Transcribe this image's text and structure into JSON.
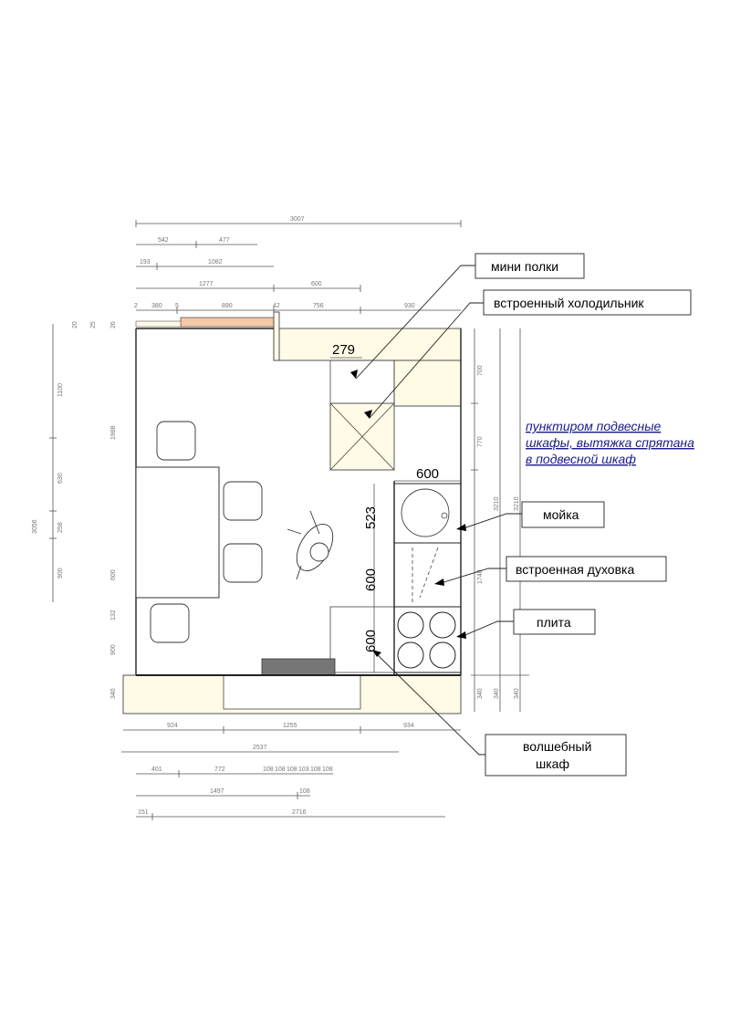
{
  "labels": {
    "mini_shelves": "мини полки",
    "fridge": "встроенный холодильник",
    "note_line1": "пунктиром подвесные",
    "note_line2": "шкафы, вытяжка спрятана",
    "note_line3": "в подвесной шкаф",
    "sink": "мойка",
    "oven": "встроенная духовка",
    "stove": "плита",
    "magic_cabinet_line1": "волшебный",
    "magic_cabinet_line2": "шкаф"
  },
  "plan_dimensions": {
    "d279": "279",
    "d600_top": "600",
    "d523": "523",
    "d600_mid": "600",
    "d600_low": "600"
  },
  "top_dims": {
    "total": "3007",
    "r2": [
      "542",
      "477"
    ],
    "r3": [
      "193",
      "1082"
    ],
    "r4": [
      "1277",
      "600"
    ],
    "r5": [
      "2",
      "380",
      "5",
      "890",
      "42",
      "756",
      "930"
    ]
  },
  "bottom_dims": {
    "r1": [
      "924",
      "1255",
      "934"
    ],
    "r2": [
      "2537"
    ],
    "r3": [
      "401",
      "772",
      "108",
      "108",
      "108",
      "103",
      "108",
      "108"
    ],
    "r4": [
      "1497",
      "108"
    ],
    "r5": [
      "151",
      "2716"
    ]
  },
  "left_dims": {
    "total": "3056",
    "c1": [
      "1100",
      "630",
      "258",
      "900"
    ],
    "c2": [
      "1988",
      "600",
      "132",
      "900",
      "340"
    ],
    "tiny": [
      "20",
      "25",
      "26"
    ]
  },
  "right_dims": {
    "c1": [
      "700",
      "770",
      "1740",
      "340"
    ],
    "c2": [
      "3210",
      "340"
    ],
    "c3": [
      "3210",
      "340"
    ]
  },
  "colors": {
    "cabinet": "#fffbe6",
    "window": "#f3c9a8"
  }
}
